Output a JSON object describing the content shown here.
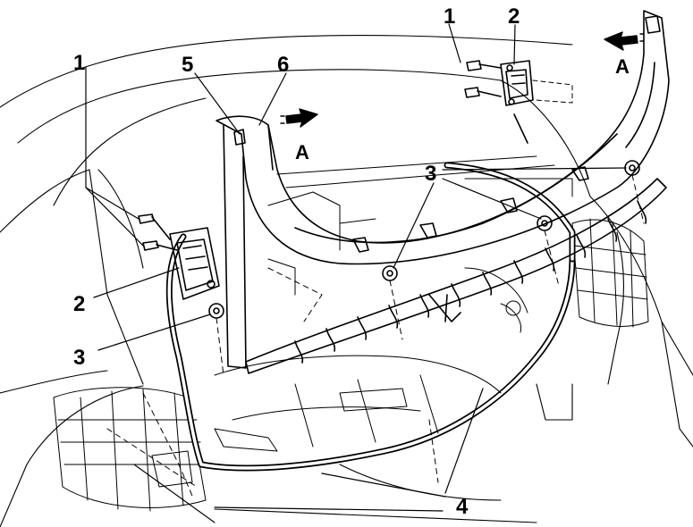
{
  "callouts": {
    "c1_top": "1",
    "c2_top": "2",
    "c5": "5",
    "c6": "6",
    "c3_mid": "3",
    "c1_left": "1",
    "c2_left": "2",
    "c3_left": "3",
    "c4": "4"
  },
  "view_labels": {
    "a_right": "A",
    "a_mid": "A"
  }
}
